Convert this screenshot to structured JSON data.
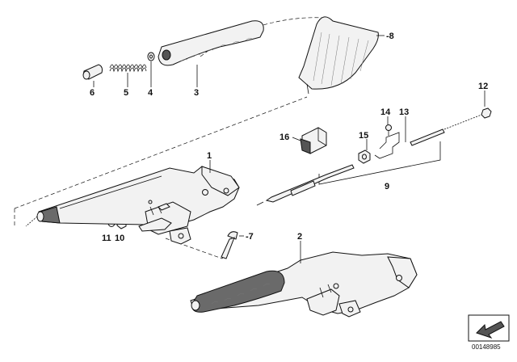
{
  "diagram": {
    "callouts": {
      "c1": "1",
      "c2": "2",
      "c3": "3",
      "c4": "4",
      "c5": "5",
      "c6": "6",
      "c7": "-7",
      "c8": "-8",
      "c9": "9",
      "c11": "11",
      "c10": "10",
      "c12": "12",
      "c13": "13",
      "c14": "14",
      "c15": "15",
      "c16": "16"
    },
    "diagram_code": "00148985"
  }
}
